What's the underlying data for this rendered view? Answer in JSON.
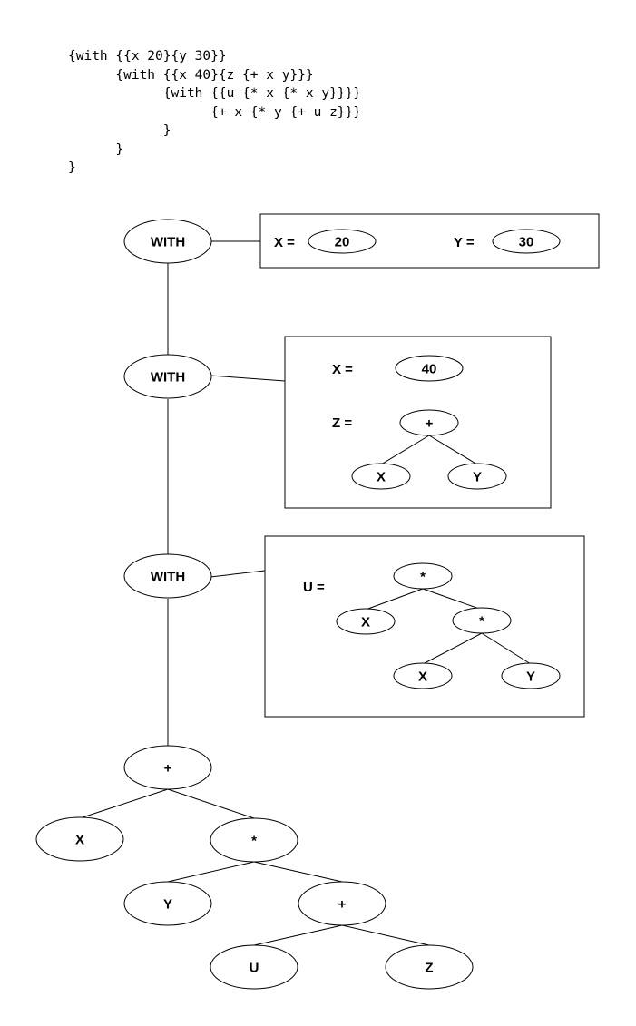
{
  "code_lines": [
    "{with {{x 20}{y 30}}",
    "      {with {{x 40}{z {+ x y}}}",
    "            {with {{u {* x {* x y}}}}",
    "                  {+ x {* y {+ u z}}}",
    "            }",
    "      }",
    "}"
  ],
  "nodes": {
    "with1": "WITH",
    "with2": "WITH",
    "with3": "WITH",
    "body_plus": "+",
    "body_x": "X",
    "body_mul": "*",
    "body_y": "Y",
    "body_plus2": "+",
    "body_u": "U",
    "body_z": "Z"
  },
  "box1": {
    "x_label": "X =",
    "x_value": "20",
    "y_label": "Y =",
    "y_value": "30"
  },
  "box2": {
    "x_label": "X =",
    "x_value": "40",
    "z_label": "Z =",
    "z_op": "+",
    "z_left": "X",
    "z_right": "Y"
  },
  "box3": {
    "u_label": "U =",
    "u_op": "*",
    "u_left": "X",
    "u_inner_op": "*",
    "u_inner_left": "X",
    "u_inner_right": "Y"
  }
}
